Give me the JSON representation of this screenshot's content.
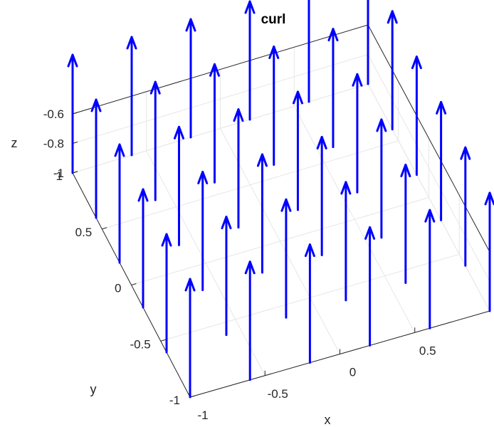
{
  "chart_data": {
    "type": "quiver3",
    "title": "curl",
    "xlabel": "x",
    "ylabel": "y",
    "zlabel": "z",
    "xlim": [
      -1,
      1
    ],
    "ylim": [
      -1,
      1
    ],
    "zlim": [
      -1,
      -0.6
    ],
    "x_ticks": [
      "-1",
      "-0.5",
      "0",
      "0.5"
    ],
    "y_ticks": [
      "-1",
      "-0.5",
      "0",
      "0.5",
      "1"
    ],
    "z_ticks": [
      "-1",
      "-0.8",
      "-0.6"
    ],
    "grid": true,
    "arrow_color": "#0000ff",
    "x": [
      -1,
      -0.6,
      -0.2,
      0.2,
      0.6,
      1
    ],
    "y": [
      -1,
      -0.6,
      -0.2,
      0.2,
      0.6,
      1
    ],
    "z": -1,
    "vector": {
      "u": 0,
      "v": 0,
      "w": 2
    }
  }
}
